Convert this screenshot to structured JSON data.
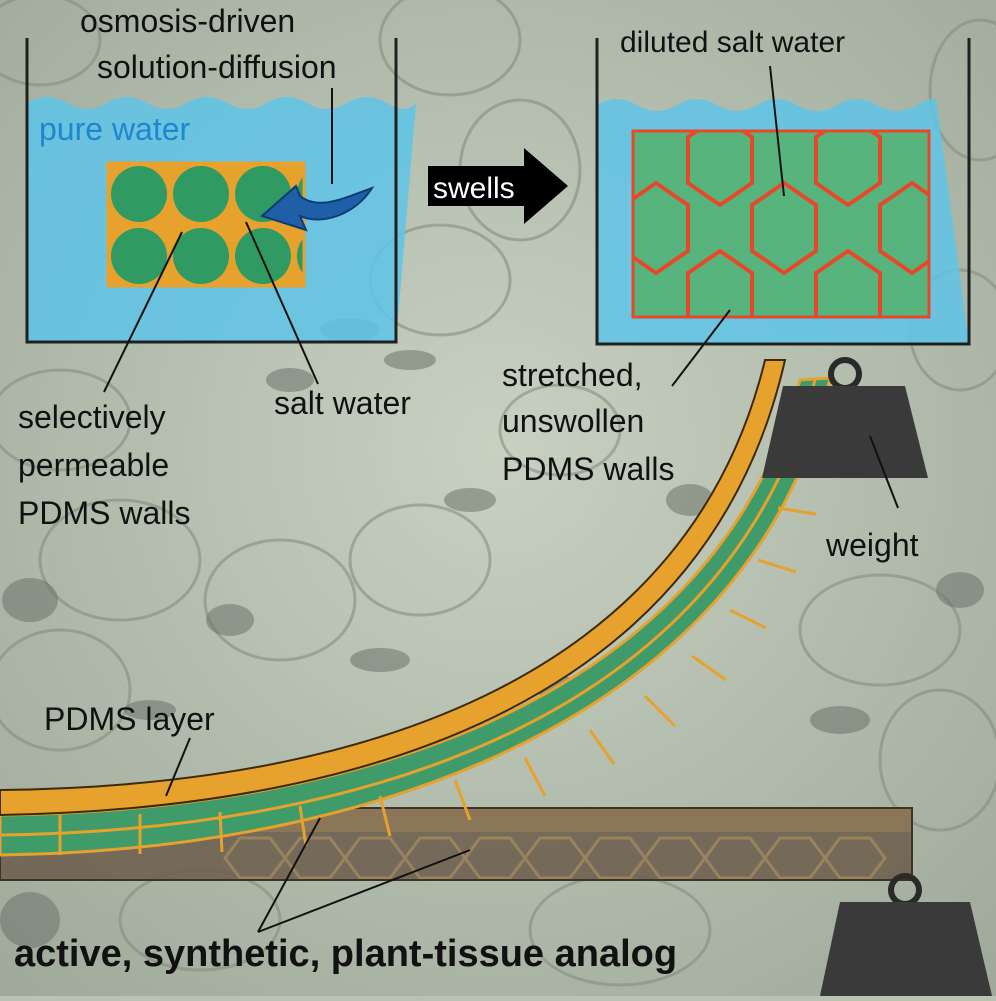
{
  "labels": {
    "osmosis_line1": "osmosis-driven",
    "osmosis_line2": "solution-diffusion",
    "pure_water": "pure water",
    "swells": "swells",
    "diluted_salt_water": "diluted salt water",
    "salt_water": "salt water",
    "selective_line1": "selectively",
    "selective_line2": "permeable",
    "selective_line3": "PDMS walls",
    "stretched_line1": "stretched,",
    "stretched_line2": "unswollen",
    "stretched_line3": "PDMS walls",
    "weight": "weight",
    "pdms_layer": "PDMS layer",
    "caption": "active, synthetic, plant-tissue analog"
  },
  "colors": {
    "water": "#5ec4e8",
    "cell_green": "#2f9a62",
    "swollen_green": "#57b47c",
    "pdms_orange": "#e7a12d",
    "stretched_red": "#e8482a",
    "arrow_blue": "#1f5fa8",
    "weight_gray": "#3a3a3a",
    "flat_brown": "#7a6650",
    "label_blue": "#1f86d1"
  },
  "icons": {
    "osmosis_arrow": "curved-arrow-icon",
    "swells_arrow": "right-arrow-icon",
    "weight_upper": "weight-icon",
    "weight_lower": "weight-icon"
  }
}
